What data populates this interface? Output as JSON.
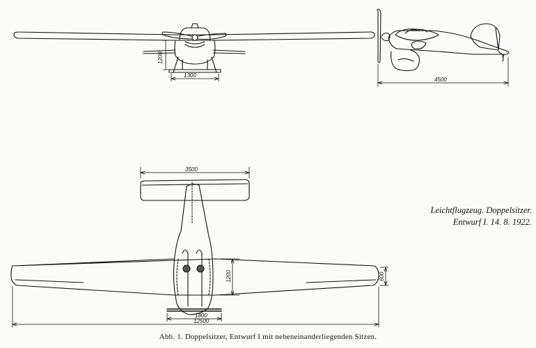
{
  "title_line1": "Leichtflugzeug. Doppelsitzer.",
  "title_line2": "Entwurf I. 14. 8. 1922.",
  "caption": "Abb. 1. Doppelsitzer, Entwurf I mit nebeneinanderliegenden Sitzen.",
  "dimensions": {
    "front_height": "1200",
    "front_width": "1300",
    "side_length": "4500",
    "tail_span": "3500",
    "chord_center": "1200",
    "chord_tip": "600",
    "gear_width": "1800",
    "wingspan": "12500"
  }
}
